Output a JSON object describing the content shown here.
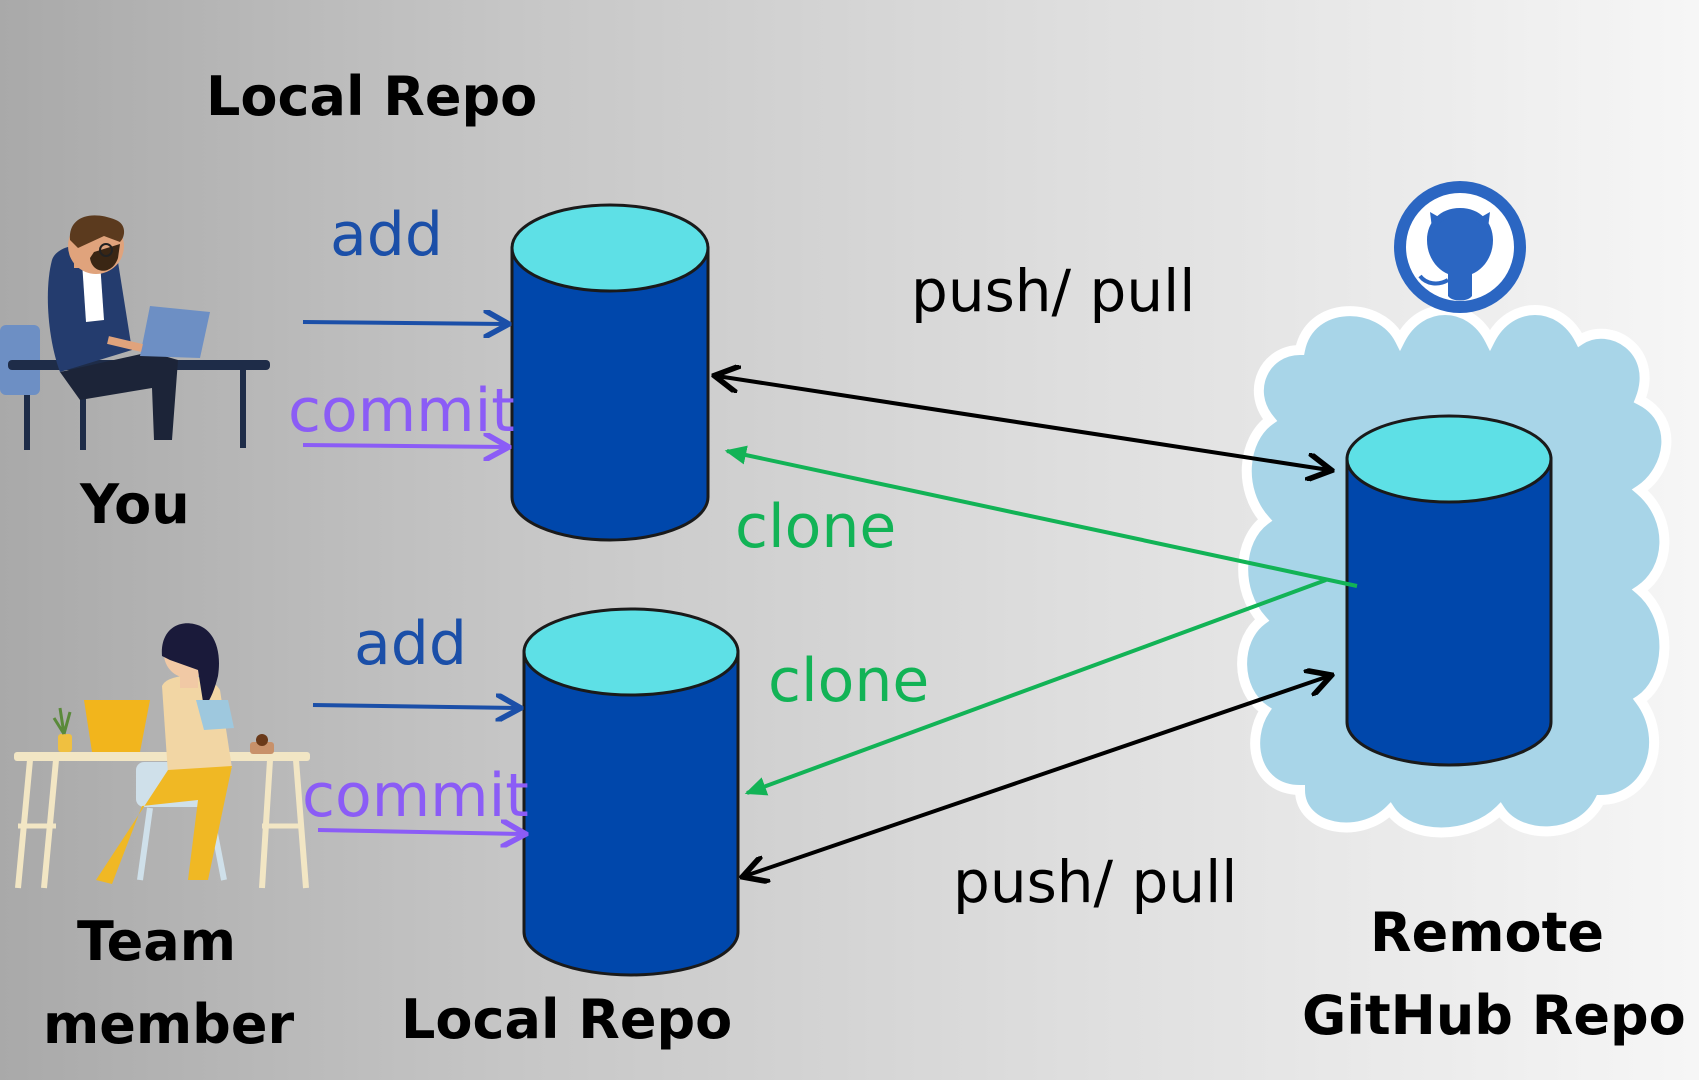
{
  "labels": {
    "local_repo_top": "Local Repo",
    "local_repo_bottom": "Local Repo",
    "you": "You",
    "team_member_line1": "Team",
    "team_member_line2": "member",
    "remote_line1": "Remote",
    "remote_line2": "GitHub Repo",
    "add_top": "add",
    "commit_top": "commit",
    "add_bottom": "add",
    "commit_bottom": "commit",
    "push_pull_top": "push/ pull",
    "push_pull_bottom": "push/ pull",
    "clone_top": "clone",
    "clone_bottom": "clone"
  },
  "icons": {
    "you": "man-at-laptop-illustration",
    "team_member": "woman-at-laptop-illustration",
    "remote": "github-octocat-icon",
    "cloud": "cloud-icon",
    "repo": "database-cylinder-icon"
  },
  "colors": {
    "add": "#1b4fa8",
    "commit": "#8b5cf6",
    "clone": "#12b356",
    "push_pull": "#000000",
    "cylinder_body": "#0047ab",
    "cylinder_top": "#5ee0e6",
    "cloud": "#a8d5e8",
    "github": "#2b66c2"
  }
}
